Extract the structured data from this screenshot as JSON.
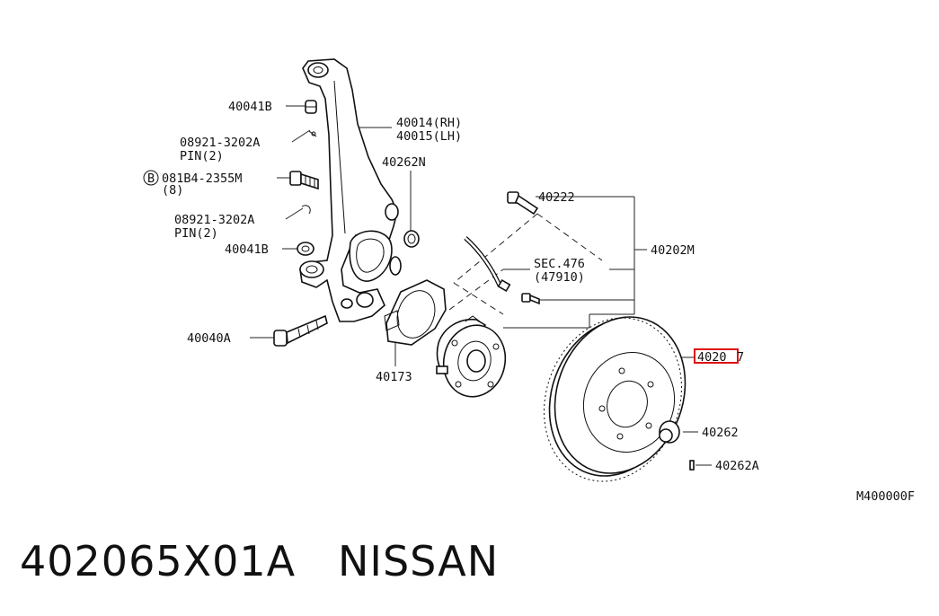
{
  "labels": {
    "p40041b_top": "40041B",
    "p40014": "40014(RH)",
    "p40015": "40015(LH)",
    "pin1": "08921-3202A",
    "pin1_qty": "PIN(2)",
    "p40262n": "40262N",
    "bolt_circle": "B",
    "bolt": "081B4-2355M",
    "bolt_qty": "(8)",
    "pin2": "08921-3202A",
    "pin2_qty": "PIN(2)",
    "p40222": "40222",
    "p40041b_bot": "40041B",
    "p40202m": "40202M",
    "sec": "SEC.476",
    "sec_ref": "(47910)",
    "p40040a": "40040A",
    "p40173": "40173",
    "p40206_hi": "4020",
    "p40206_rest": "7",
    "p40262": "40262",
    "p40262a": "40262A",
    "code": "M400000F"
  },
  "caption": {
    "part_number": "402065X01A",
    "brand": "NISSAN"
  },
  "colors": {
    "highlight": "#e01010",
    "ink": "#111111"
  }
}
